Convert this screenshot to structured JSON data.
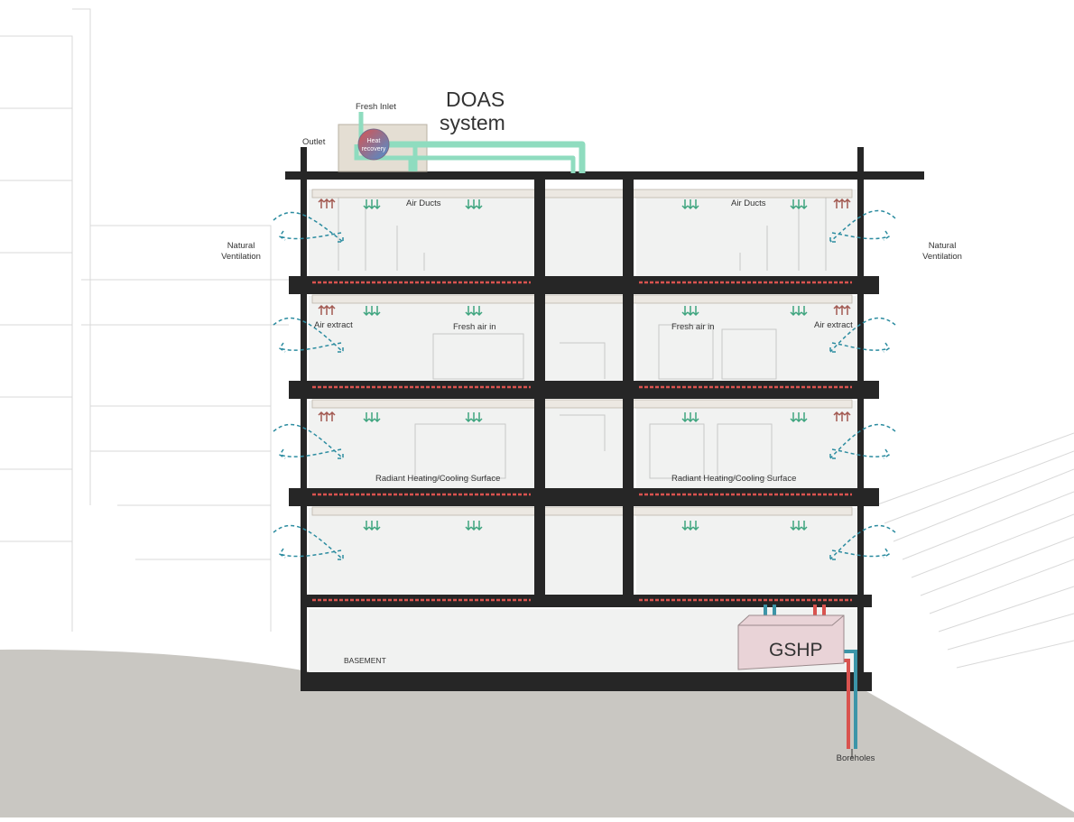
{
  "colors": {
    "ground": "#c9c7c2",
    "structure": "#262626",
    "fresh_air": "#3fa57f",
    "extract_air": "#a35a52",
    "ventilation": "#2c8ca0",
    "hot_pipe": "#d9534f",
    "cold_pipe": "#3c95a8",
    "doas_duct": "#8fdcbf",
    "gshp_box": "#e9d3d7"
  },
  "labels": {
    "doas_line1": "DOAS",
    "doas_line2": "system",
    "fresh_inlet": "Fresh Inlet",
    "outlet": "Outlet",
    "heat_line1": "Heat",
    "heat_line2": "recovery",
    "air_ducts": "Air Ducts",
    "natural_line1": "Natural",
    "natural_line2": "Ventilation",
    "air_extract": "Air extract",
    "fresh_air_in": "Fresh air in",
    "radiant": "Radiant Heating/Cooling Surface",
    "basement": "BASEMENT",
    "gshp": "GSHP",
    "boreholes": "Boreholes"
  },
  "icons": {
    "fresh_supply": "down-arrows-icon",
    "extract": "up-arrows-icon",
    "ventilation": "curved-dashed-arrow-icon",
    "heat_recovery": "heat-recovery-wheel-icon"
  }
}
